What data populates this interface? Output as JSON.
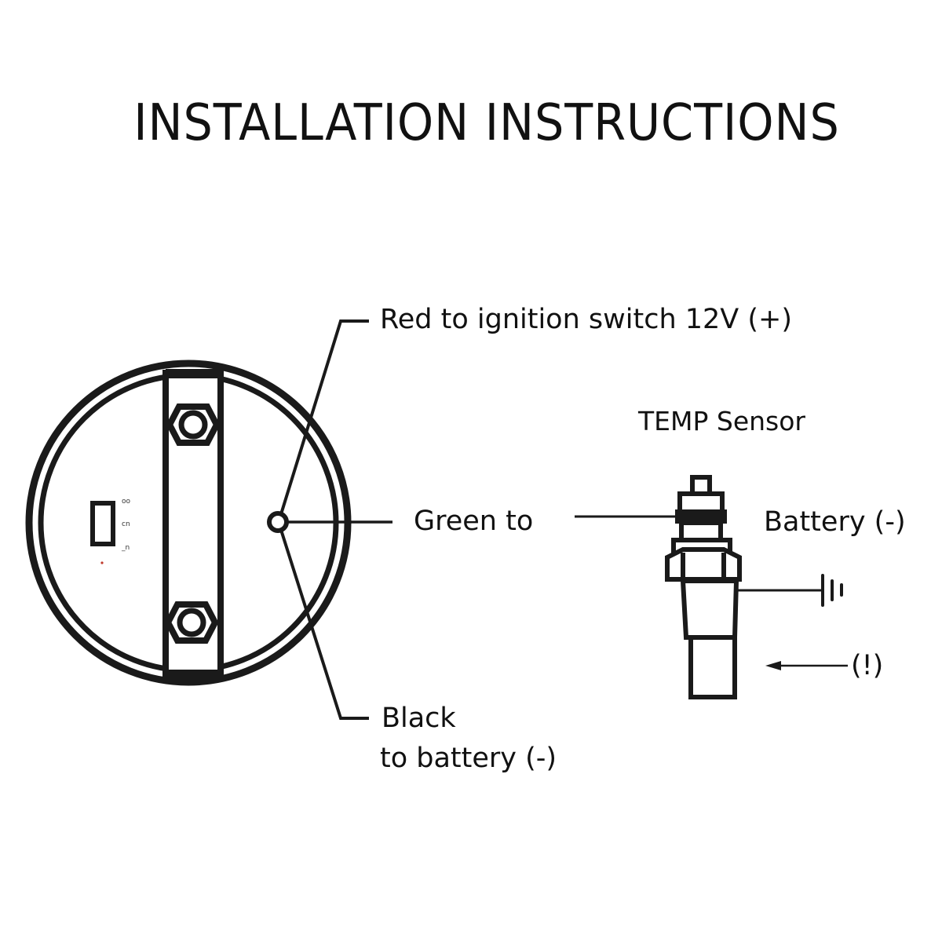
{
  "title": "INSTALLATION INSTRUCTIONS",
  "gauge": {
    "labels": {
      "red": "Red to ignition switch 12V (+)",
      "green": "Green to",
      "black_line1": "Black",
      "black_line2": "to battery (-)"
    }
  },
  "sensor": {
    "title": "TEMP Sensor",
    "battery_label": "Battery (-)",
    "warning_label": "(!)"
  },
  "colors": {
    "ink": "#111111",
    "background": "#ffffff",
    "accent_dot": "#c0392b"
  }
}
